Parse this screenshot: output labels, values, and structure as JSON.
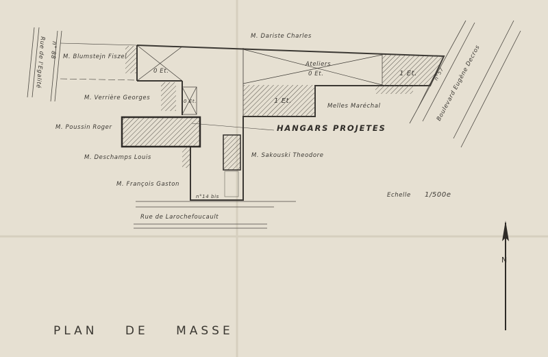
{
  "title": "PLAN DE MASSE",
  "scale": {
    "label": "Echelle",
    "value": "1/500e"
  },
  "project_label": "HANGARS PROJETES",
  "streets": {
    "left": "Rue de l'Egalité",
    "left_number": "n° 88",
    "right": "Boulevard Eugène Decros",
    "right_number": "n°57",
    "bottom": "Rue de Larochefoucault",
    "bottom_number": "n°14 bis"
  },
  "neighbours": [
    "M. Dariste Charles",
    "M. Blumstejn Fiszel",
    "M. Verrière Georges",
    "M. Poussin Roger",
    "M. Deschamps Louis",
    "M. François Gaston",
    "Melles Maréchal",
    "M. Sakouski Theodore"
  ],
  "buildings": {
    "ateliers": "Ateliers",
    "floor_0": "0 Et.",
    "floor_1": "1 Et."
  },
  "north_label": "N"
}
